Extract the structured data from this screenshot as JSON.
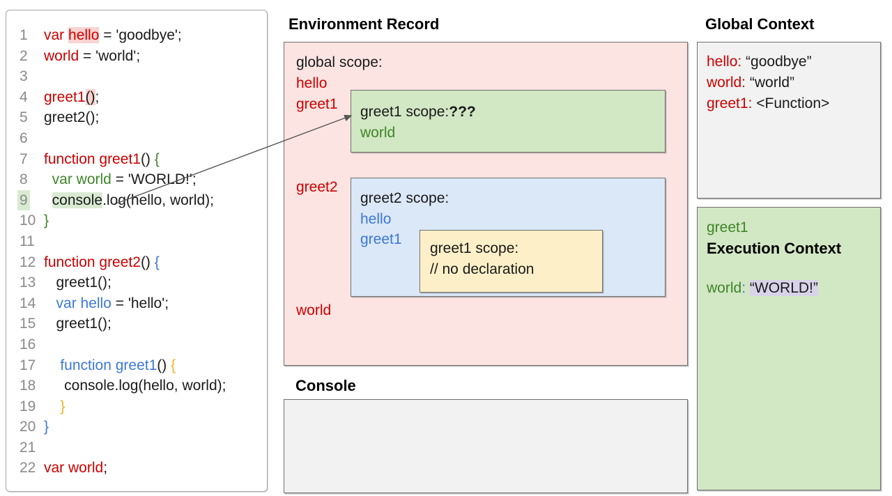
{
  "colors": {
    "accent_red": "#cc0000",
    "accent_green": "#3e8527",
    "accent_blue": "#3c78d8",
    "accent_yellow": "#efb322",
    "box_pink": "#fce4e2",
    "box_green": "#d2e7c4",
    "box_blue": "#dbe8f8",
    "box_yellow": "#fdf0c8",
    "box_gray": "#f2f2f2",
    "highlight_lavender": "#d9d3e9"
  },
  "code_panel": {
    "lines": [
      {
        "num": "1",
        "segments": [
          {
            "t": "var ",
            "c": "red"
          },
          {
            "t": "hello",
            "c": "red",
            "hl": "pink"
          },
          {
            "t": " = 'goodbye';"
          }
        ]
      },
      {
        "num": "2",
        "segments": [
          {
            "t": "world",
            "c": "red"
          },
          {
            "t": " = 'world';"
          }
        ]
      },
      {
        "num": "3",
        "segments": []
      },
      {
        "num": "4",
        "segments": [
          {
            "t": "greet1",
            "c": "red"
          },
          {
            "t": "()",
            "hl": "pink"
          },
          {
            "t": ";"
          }
        ]
      },
      {
        "num": "5",
        "segments": [
          {
            "t": "greet2();"
          }
        ]
      },
      {
        "num": "6",
        "segments": []
      },
      {
        "num": "7",
        "segments": [
          {
            "t": "function greet1",
            "c": "red"
          },
          {
            "t": "() "
          },
          {
            "t": "{",
            "c": "green"
          }
        ]
      },
      {
        "num": "8",
        "segments": [
          {
            "t": "  "
          },
          {
            "t": "var world",
            "c": "green"
          },
          {
            "t": " = 'WORLD!';"
          }
        ]
      },
      {
        "num": "9",
        "gutter_hl": true,
        "segments": [
          {
            "t": "  "
          },
          {
            "t": "console",
            "hl": "green"
          },
          {
            "t": ".log(hello, world);"
          }
        ]
      },
      {
        "num": "10",
        "segments": [
          {
            "t": "}",
            "c": "green"
          }
        ]
      },
      {
        "num": "11",
        "segments": []
      },
      {
        "num": "12",
        "segments": [
          {
            "t": "function greet2",
            "c": "red"
          },
          {
            "t": "() "
          },
          {
            "t": "{",
            "c": "blue"
          }
        ]
      },
      {
        "num": "13",
        "segments": [
          {
            "t": "   greet1();"
          }
        ]
      },
      {
        "num": "14",
        "segments": [
          {
            "t": "   "
          },
          {
            "t": "var hello",
            "c": "blue"
          },
          {
            "t": " = 'hello';"
          }
        ]
      },
      {
        "num": "15",
        "segments": [
          {
            "t": "   greet1();"
          }
        ]
      },
      {
        "num": "16",
        "segments": []
      },
      {
        "num": "17",
        "segments": [
          {
            "t": "    "
          },
          {
            "t": "function greet1",
            "c": "blue"
          },
          {
            "t": "() "
          },
          {
            "t": "{",
            "c": "yellow"
          }
        ]
      },
      {
        "num": "18",
        "segments": [
          {
            "t": "     console.log(hello, world);"
          }
        ]
      },
      {
        "num": "19",
        "segments": [
          {
            "t": "    "
          },
          {
            "t": "}",
            "c": "yellow"
          }
        ]
      },
      {
        "num": "20",
        "segments": [
          {
            "t": "}",
            "c": "blue"
          }
        ]
      },
      {
        "num": "21",
        "segments": []
      },
      {
        "num": "22",
        "segments": [
          {
            "t": "var world",
            "c": "red"
          },
          {
            "t": ";"
          }
        ]
      }
    ]
  },
  "environment_record": {
    "title": "Environment Record",
    "global_label": "global scope:",
    "var_hello": "hello",
    "var_greet1": "greet1",
    "var_greet2": "greet2",
    "var_world": "world",
    "greet1_scope": {
      "label": "greet1 scope:",
      "unknown": "???",
      "var_world": "world"
    },
    "greet2_scope": {
      "label": "greet2 scope:",
      "var_hello": "hello",
      "var_greet1": "greet1"
    },
    "inner_scope": {
      "label": "greet1 scope:",
      "comment": "// no declaration"
    }
  },
  "console_panel": {
    "title": "Console"
  },
  "global_context": {
    "title": "Global Context",
    "entries": [
      {
        "label": "hello:",
        "value": " “goodbye”"
      },
      {
        "label": "world:",
        "value": " “world”"
      },
      {
        "label": "greet1:",
        "value": " <Function>"
      }
    ]
  },
  "execution_context": {
    "fn_name": "greet1",
    "heading": "Execution Context",
    "var_label": "world",
    "colon": ":",
    "value": "“WORLD!”"
  }
}
